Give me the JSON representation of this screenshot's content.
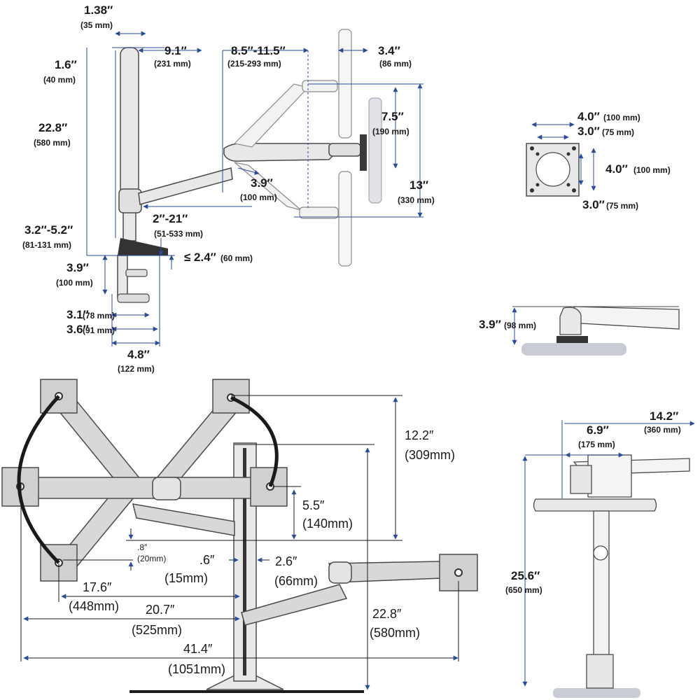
{
  "colors": {
    "dimension_line": "#2b4c9b",
    "metal_fill": "#dcdcdc",
    "metal_stroke": "#4a4a4a",
    "pole_dark": "#333333",
    "cable_black": "#1a1a1a",
    "desk_shadow": "#c9ccd4"
  },
  "top_view": {
    "d_1_38": {
      "in": "1.38″",
      "mm": "(35 mm)"
    },
    "d_1_6": {
      "in": "1.6″",
      "mm": "(40 mm)"
    },
    "d_22_8": {
      "in": "22.8″",
      "mm": "(580 mm)"
    },
    "d_9_1": {
      "in": "9.1″",
      "mm": "(231 mm)"
    },
    "d_8_5": {
      "in": "8.5″-11.5″",
      "mm": "(215-293 mm)"
    },
    "d_3_4": {
      "in": "3.4″",
      "mm": "(86 mm)"
    },
    "d_7_5": {
      "in": "7.5″",
      "mm": "(190 mm)"
    },
    "d_13": {
      "in": "13″",
      "mm": "(330 mm)"
    },
    "d_3_9_arm": {
      "in": "3.9″",
      "mm": "(100 mm)"
    },
    "d_2_21": {
      "in": "2″-21″",
      "mm": "(51-533 mm)"
    },
    "d_3_2": {
      "in": "3.2″-5.2″",
      "mm": "(81-131 mm)"
    },
    "d_3_9_clamp": {
      "in": "3.9″",
      "mm": "(100 mm)"
    },
    "d_2_4": {
      "in": "≤ 2.4″",
      "mm": "(60 mm)"
    },
    "d_3_1": {
      "in": "3.1″",
      "mm": "(78 mm)"
    },
    "d_3_6": {
      "in": "3.6″",
      "mm": "(91 mm)"
    },
    "d_4_8": {
      "in": "4.8″",
      "mm": "(122 mm)"
    }
  },
  "vesa": {
    "top_in": "4.0″",
    "top_mm": "(100 mm)",
    "top2_in": "3.0″",
    "top2_mm": "(75 mm)",
    "right_in": "4.0″",
    "right_mm": "(100 mm)",
    "bottom_in": "3.0″",
    "bottom_mm": "(75 mm)"
  },
  "clamp_view": {
    "in": "3.9″",
    "mm": "(98 mm)"
  },
  "front_view": {
    "d_12_2": {
      "in": "12.2″",
      "mm": "(309mm)"
    },
    "d_5_5": {
      "in": "5.5″",
      "mm": "(140mm)"
    },
    "d_0_8": {
      "in": ".8″",
      "mm": "(20mm)"
    },
    "d_0_6": {
      "in": ".6″",
      "mm": "(15mm)"
    },
    "d_2_6": {
      "in": "2.6″",
      "mm": "(66mm)"
    },
    "d_17_6": {
      "in": "17.6″",
      "mm": "(448mm)"
    },
    "d_20_7": {
      "in": "20.7″",
      "mm": "(525mm)"
    },
    "d_41_4": {
      "in": "41.4″",
      "mm": "(1051mm)"
    },
    "d_22_8": {
      "in": "22.8″",
      "mm": "(580mm)"
    }
  },
  "side_view": {
    "d_14_2": {
      "in": "14.2″",
      "mm": "(360 mm)"
    },
    "d_6_9": {
      "in": "6.9″",
      "mm": "(175 mm)"
    },
    "d_25_6": {
      "in": "25.6″",
      "mm": "(650 mm)"
    }
  }
}
